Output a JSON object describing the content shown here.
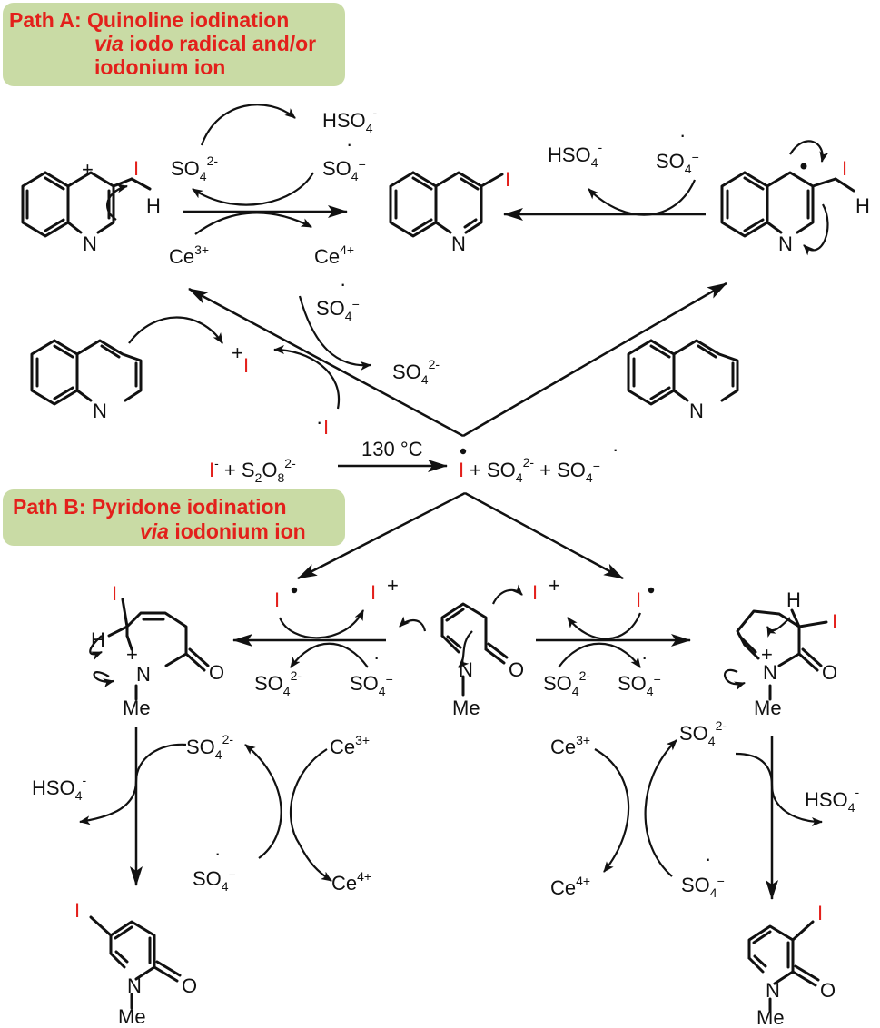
{
  "path_a": {
    "line1": "Path A: Quinoline iodination",
    "line2_italic": "via",
    "line2_rest": " iodo radical and/or",
    "line3": "iodonium ion"
  },
  "path_b": {
    "line1": "Path B: Pyridone iodination",
    "line2_italic": "via",
    "line2_rest": " iodonium ion"
  },
  "atoms": {
    "I": "I",
    "H": "H",
    "N": "N",
    "O": "O",
    "Me": "Me",
    "plus": "+"
  },
  "species": {
    "so4": "SO",
    "hso4": "HSO",
    "ce": "Ce",
    "s2o8": "S",
    "sub4": "4",
    "sub2": "2",
    "sub8": "8",
    "charge_2minus": "2-",
    "charge_minus": "-",
    "charge_3plus": "3+",
    "charge_4plus": "4+",
    "radical_minus": "−",
    "radical_dot": "·"
  },
  "initiation": {
    "iodide": "I",
    "iodide_charge": "-",
    "plus1": " + ",
    "condition": "130 °C",
    "plus2": " + ",
    "plus3": " + "
  },
  "colors": {
    "iodine": "#e3201b",
    "title_text": "#e3201b",
    "title_box": "#c9dba5",
    "ink": "#111111"
  }
}
